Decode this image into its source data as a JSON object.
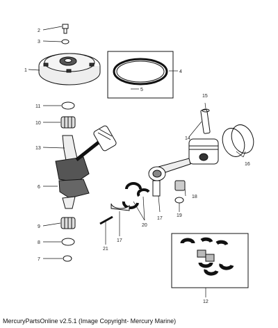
{
  "callouts": {
    "p1": "1",
    "p2": "2",
    "p3": "3",
    "p4": "4",
    "p5": "5",
    "p6": "6",
    "p7": "7",
    "p8": "8",
    "p9": "9",
    "p10": "10",
    "p11": "11",
    "p12": "12",
    "p13": "13",
    "p14": "14",
    "p15": "15",
    "p16": "16",
    "p17a": "17",
    "p17b": "17",
    "p18": "18",
    "p19": "19",
    "p20": "20",
    "p21": "21"
  },
  "caption": "MercuryPartsOnline v2.5.1 (Image Copyright- Mercury Marine)"
}
